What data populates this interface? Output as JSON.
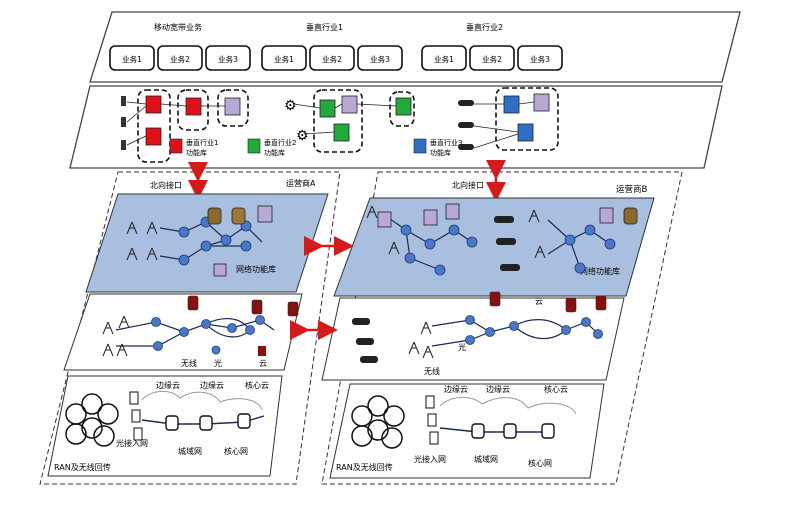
{
  "service_layer": {
    "groups": [
      {
        "title": "移动宽带业务",
        "services": [
          "业务1",
          "业务2",
          "业务3"
        ]
      },
      {
        "title": "垂直行业1",
        "services": [
          "业务1",
          "业务2",
          "业务3"
        ]
      },
      {
        "title": "垂直行业2",
        "services": [
          "业务1",
          "业务2",
          "业务3"
        ]
      }
    ]
  },
  "function_layer": {
    "legend": [
      {
        "label": "垂直行业1\n功能库",
        "color": "#e0101a"
      },
      {
        "label": "垂直行业2\n功能库",
        "color": "#1faa3a"
      },
      {
        "label": "垂直行业3\n功能库",
        "color": "#2f6fc8"
      }
    ]
  },
  "operators": [
    {
      "name": "运营商A",
      "northbound": "北向接口",
      "library": "网络功能库"
    },
    {
      "name": "运营商B",
      "northbound": "北向接口",
      "library": "网络功能库"
    }
  ],
  "resource_labels": {
    "wireless": "无线",
    "optical": "光",
    "cloud": "云"
  },
  "infra_labels": {
    "edge_cloud": "边缘云",
    "core_cloud": "核心云",
    "ran": "RAN及无线回传",
    "optical_access": "光接入网",
    "metro": "城域网",
    "core": "核心网"
  },
  "colors": {
    "red": "#e0101a",
    "green": "#1faa3a",
    "blue": "#2f6fc8",
    "purple": "#b9a8d6",
    "panel": "#a9bfdf",
    "arrow": "#d41a1a"
  }
}
